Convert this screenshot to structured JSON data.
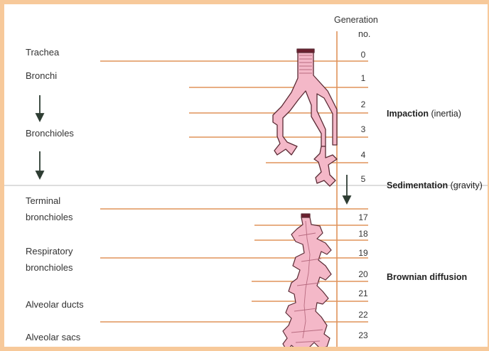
{
  "header": {
    "generation_line1": "Generation",
    "generation_line2": "no."
  },
  "structures": [
    {
      "line1": "Trachea",
      "line2": ""
    },
    {
      "line1": "Bronchi",
      "line2": ""
    },
    {
      "line1": "Bronchioles",
      "line2": ""
    },
    {
      "line1": "Terminal",
      "line2": "bronchioles"
    },
    {
      "line1": "Respiratory",
      "line2": "bronchioles"
    },
    {
      "line1": "Alveolar ducts",
      "line2": ""
    },
    {
      "line1": "Alveolar sacs",
      "line2": ""
    }
  ],
  "generations": [
    "0",
    "1",
    "2",
    "3",
    "4",
    "5",
    "17",
    "18",
    "19",
    "20",
    "21",
    "22",
    "23"
  ],
  "mechanisms": [
    {
      "bold": "Impaction",
      "normal": " (inertia)"
    },
    {
      "bold": "Sedimentation",
      "normal": " (gravity)"
    },
    {
      "bold": "Brownian diffusion",
      "normal": ""
    }
  ],
  "colors": {
    "frame_border": "#f7c99a",
    "guide_line": "#e0935a",
    "airway_fill": "#f4b8c8",
    "airway_stroke": "#5a2a34",
    "arrow": "#2e3d33",
    "divider": "#bbbbbb"
  }
}
